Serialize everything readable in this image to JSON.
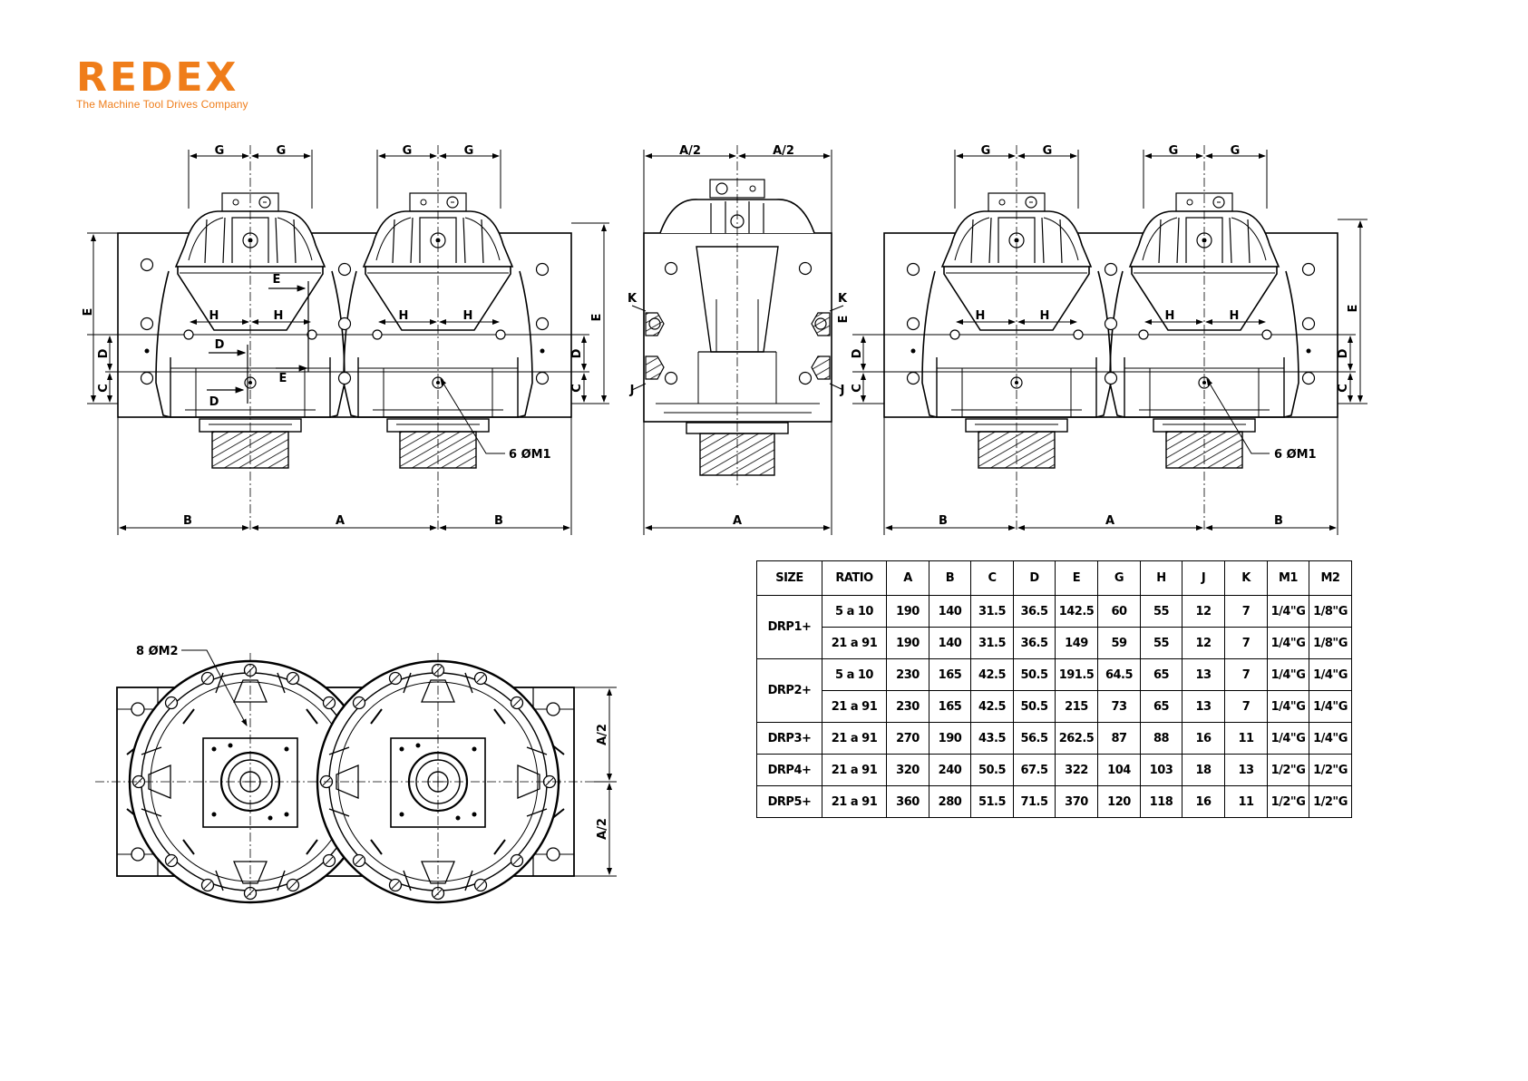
{
  "logo": {
    "word": "REDEX",
    "tagline": "The Machine Tool Drives Company",
    "brand_color": "#ef7d1a"
  },
  "labels": {
    "G": "G",
    "H": "H",
    "A": "A",
    "B": "B",
    "C": "C",
    "D": "D",
    "E": "E",
    "J": "J",
    "K": "K",
    "half_A": "A/2",
    "holes_m1": "6 ØM1",
    "holes_m2": "8 ØM2"
  },
  "table": {
    "columns": [
      "SIZE",
      "RATIO",
      "A",
      "B",
      "C",
      "D",
      "E",
      "G",
      "H",
      "J",
      "K",
      "M1",
      "M2"
    ],
    "rows": [
      {
        "size": "DRP1+",
        "ratio": "5 a 10",
        "A": "190",
        "B": "140",
        "C": "31.5",
        "D": "36.5",
        "E": "142.5",
        "G": "60",
        "H": "55",
        "J": "12",
        "K": "7",
        "M1": "1/4\"G",
        "M2": "1/8\"G"
      },
      {
        "size": "DRP1+",
        "ratio": "21 a 91",
        "A": "190",
        "B": "140",
        "C": "31.5",
        "D": "36.5",
        "E": "149",
        "G": "59",
        "H": "55",
        "J": "12",
        "K": "7",
        "M1": "1/4\"G",
        "M2": "1/8\"G"
      },
      {
        "size": "DRP2+",
        "ratio": "5 a 10",
        "A": "230",
        "B": "165",
        "C": "42.5",
        "D": "50.5",
        "E": "191.5",
        "G": "64.5",
        "H": "65",
        "J": "13",
        "K": "7",
        "M1": "1/4\"G",
        "M2": "1/4\"G"
      },
      {
        "size": "DRP2+",
        "ratio": "21 a 91",
        "A": "230",
        "B": "165",
        "C": "42.5",
        "D": "50.5",
        "E": "215",
        "G": "73",
        "H": "65",
        "J": "13",
        "K": "7",
        "M1": "1/4\"G",
        "M2": "1/4\"G"
      },
      {
        "size": "DRP3+",
        "ratio": "21 a 91",
        "A": "270",
        "B": "190",
        "C": "43.5",
        "D": "56.5",
        "E": "262.5",
        "G": "87",
        "H": "88",
        "J": "16",
        "K": "11",
        "M1": "1/4\"G",
        "M2": "1/4\"G"
      },
      {
        "size": "DRP4+",
        "ratio": "21 a 91",
        "A": "320",
        "B": "240",
        "C": "50.5",
        "D": "67.5",
        "E": "322",
        "G": "104",
        "H": "103",
        "J": "18",
        "K": "13",
        "M1": "1/2\"G",
        "M2": "1/2\"G"
      },
      {
        "size": "DRP5+",
        "ratio": "21 a 91",
        "A": "360",
        "B": "280",
        "C": "51.5",
        "D": "71.5",
        "E": "370",
        "G": "120",
        "H": "118",
        "J": "16",
        "K": "11",
        "M1": "1/2\"G",
        "M2": "1/2\"G"
      }
    ]
  }
}
